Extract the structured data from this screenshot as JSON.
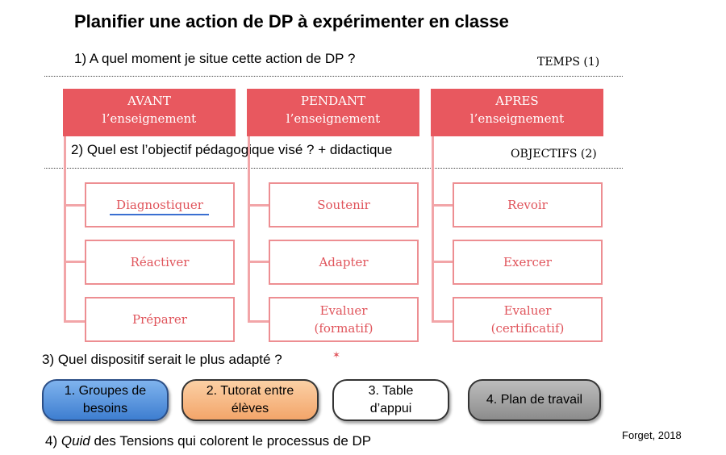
{
  "title": "Planifier une action de DP à expérimenter en classe",
  "questions": {
    "q1": "1)  A quel moment je situe cette action de DP ?",
    "q2": "2) Quel est l’objectif pédagogique visé ? + didactique",
    "q3": "3) Quel dispositif serait le plus adapté ?",
    "q4_num": "4) ",
    "q4_italic": "Quid",
    "q4_rest": " des Tensions qui colorent le processus de DP"
  },
  "tags": {
    "temps": "TEMPS (1)",
    "objectifs": "OBJECTIFS (2)"
  },
  "columns": [
    {
      "header_line1": "AVANT",
      "header_line2": "l’enseignement",
      "items": [
        {
          "line1": "Diagnostiquer",
          "line2": ""
        },
        {
          "line1": "Réactiver",
          "line2": ""
        },
        {
          "line1": "Préparer",
          "line2": ""
        }
      ]
    },
    {
      "header_line1": "PENDANT",
      "header_line2": "l’enseignement",
      "items": [
        {
          "line1": "Soutenir",
          "line2": ""
        },
        {
          "line1": "Adapter",
          "line2": ""
        },
        {
          "line1": "Evaluer",
          "line2": "(formatif)"
        }
      ]
    },
    {
      "header_line1": "APRES",
      "header_line2": "l’enseignement",
      "items": [
        {
          "line1": "Revoir",
          "line2": ""
        },
        {
          "line1": "Exercer",
          "line2": ""
        },
        {
          "line1": "Evaluer",
          "line2": "(certificatif)"
        }
      ]
    }
  ],
  "dispositifs": [
    {
      "line1": "1. Groupes de",
      "line2": "besoins",
      "color": "#4f8ad9"
    },
    {
      "line1": "2. Tutorat entre",
      "line2": "élèves",
      "color": "#f6b27e"
    },
    {
      "line1": "3. Table",
      "line2": "d’appui",
      "color": "#ffffff"
    },
    {
      "line1": "4. Plan de travail",
      "line2": "",
      "color": "#9e9e9e"
    }
  ],
  "credit": "Forget, 2018",
  "colors": {
    "header_fill": "#e8585f",
    "connector": "#f2a5a8",
    "box_border": "#ed8e92",
    "box_text": "#e0545b"
  }
}
